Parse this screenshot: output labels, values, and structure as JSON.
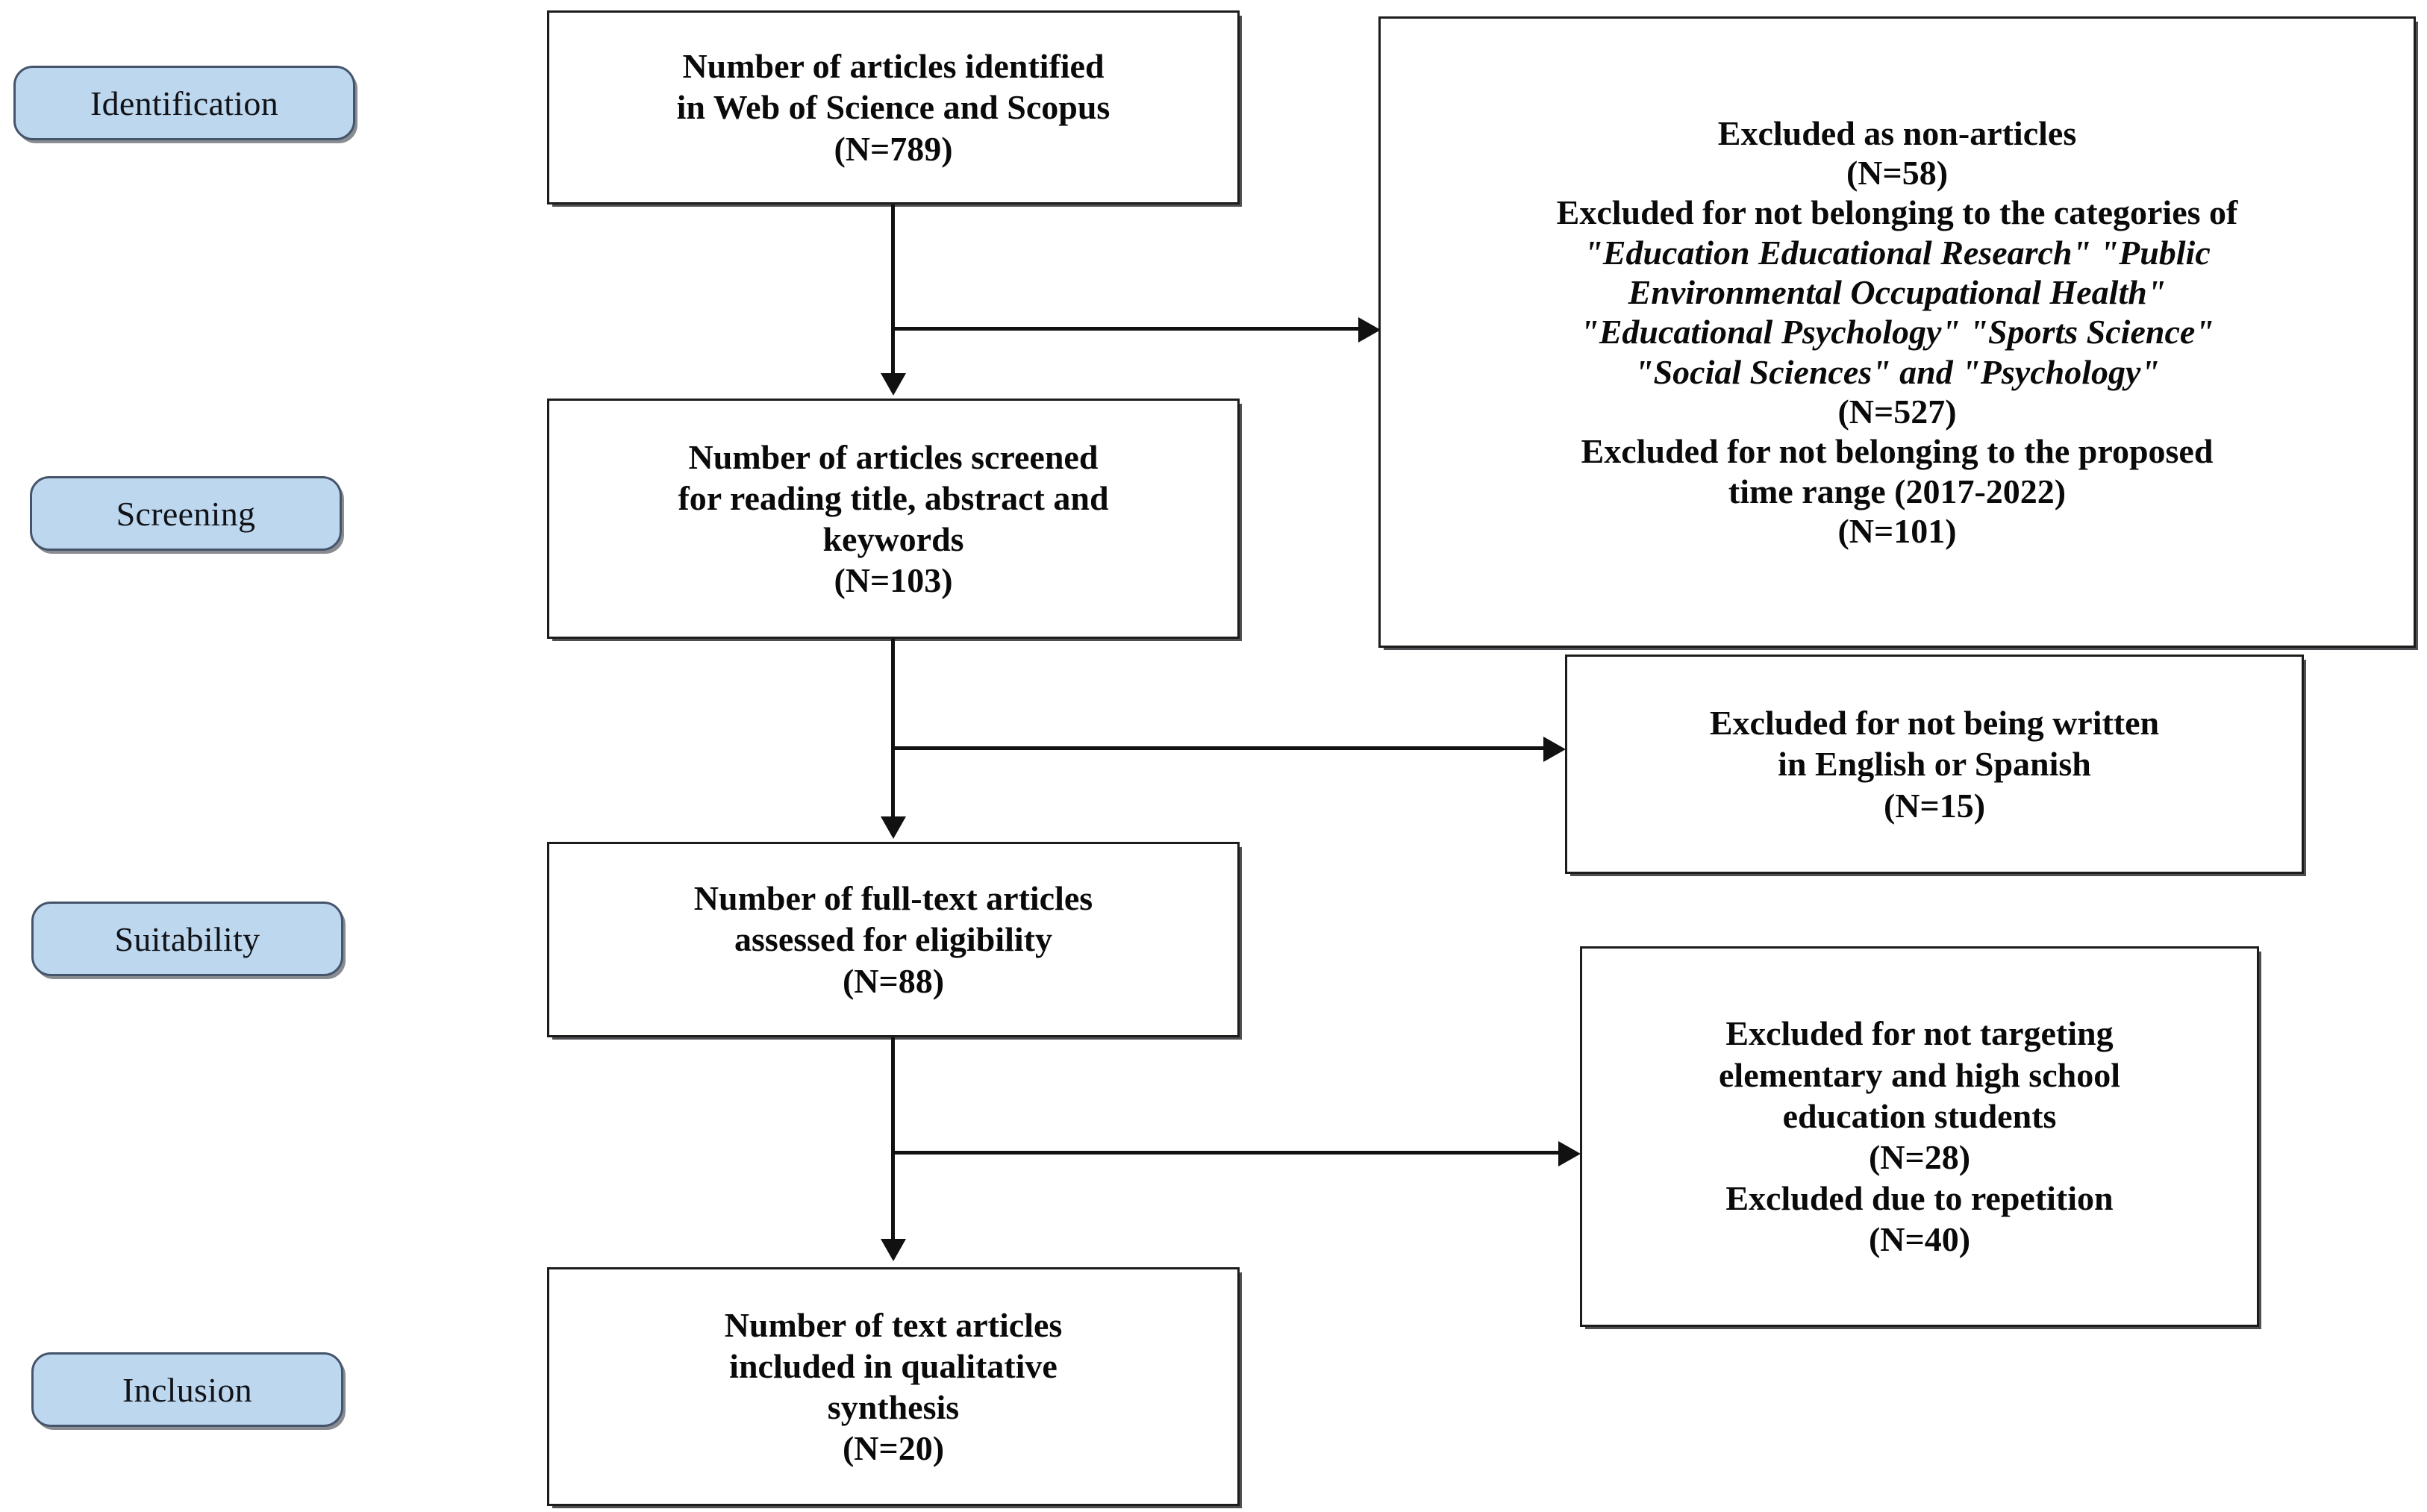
{
  "diagram": {
    "title": "PRISMA article selection flow diagram",
    "accent_color": "#bdd7ee",
    "accent_border_color": "#44546a",
    "line_color": "#111111",
    "box_border_color": "#1c1c1c",
    "background_color": "#ffffff"
  },
  "stages": [
    {
      "id": "identification",
      "label": "Identification"
    },
    {
      "id": "screening",
      "label": "Screening"
    },
    {
      "id": "suitability",
      "label": "Suitability"
    },
    {
      "id": "inclusion",
      "label": "Inclusion"
    }
  ],
  "main_boxes": [
    {
      "id": "identified",
      "lines": [
        "Number of articles identified",
        "in Web of Science and Scopus",
        "(N=789)"
      ],
      "count_label": "(N=789)",
      "count": 789
    },
    {
      "id": "screened",
      "lines": [
        "Number of articles screened",
        "for reading title, abstract and",
        "keywords",
        "(N=103)"
      ],
      "count_label": "(N=103)",
      "count": 103
    },
    {
      "id": "full-text-assessed",
      "lines": [
        "Number of full-text articles",
        "assessed for eligibility",
        "(N=88)"
      ],
      "count_label": "(N=88)",
      "count": 88
    },
    {
      "id": "included",
      "lines": [
        "Number of text articles",
        "included in qualitative",
        "synthesis",
        "(N=20)"
      ],
      "count_label": "(N=20)",
      "count": 20
    }
  ],
  "exclusion_boxes": [
    {
      "id": "identification-exclusions",
      "lines": [
        "Excluded as non-articles",
        "(N=58)",
        "Excluded for not belonging to the categories of",
        "\"Education Educational Research\" \"Public",
        "Environmental Occupational Health\"",
        "\"Educational Psychology\" \"Sports Science\"",
        "\"Social Sciences\"  and \"Psychology\"",
        "(N=527)",
        "Excluded for not belonging to the proposed",
        "time range (2017-2022)",
        "(N=101)"
      ],
      "italic_line_indexes": [
        3,
        4,
        5,
        6
      ],
      "counts": [
        58,
        527,
        101
      ]
    },
    {
      "id": "language-exclusions",
      "lines": [
        "Excluded for not being written",
        "in English or Spanish",
        "(N=15)"
      ],
      "italic_line_indexes": [],
      "counts": [
        15
      ]
    },
    {
      "id": "population-exclusions",
      "lines": [
        "Excluded for not targeting",
        "elementary and high school",
        "education students",
        "(N=28)",
        "Excluded due to repetition",
        "(N=40)"
      ],
      "italic_line_indexes": [],
      "counts": [
        28,
        40
      ]
    }
  ],
  "connectors": [
    {
      "id": "identified-to-screened",
      "type": "arrow-down"
    },
    {
      "id": "identified-to-exclusions",
      "type": "arrow-right"
    },
    {
      "id": "screened-to-full-text",
      "type": "arrow-down"
    },
    {
      "id": "screened-to-language-excluded",
      "type": "arrow-right"
    },
    {
      "id": "full-text-to-included",
      "type": "arrow-down"
    },
    {
      "id": "full-text-to-population-excluded",
      "type": "arrow-right"
    }
  ]
}
